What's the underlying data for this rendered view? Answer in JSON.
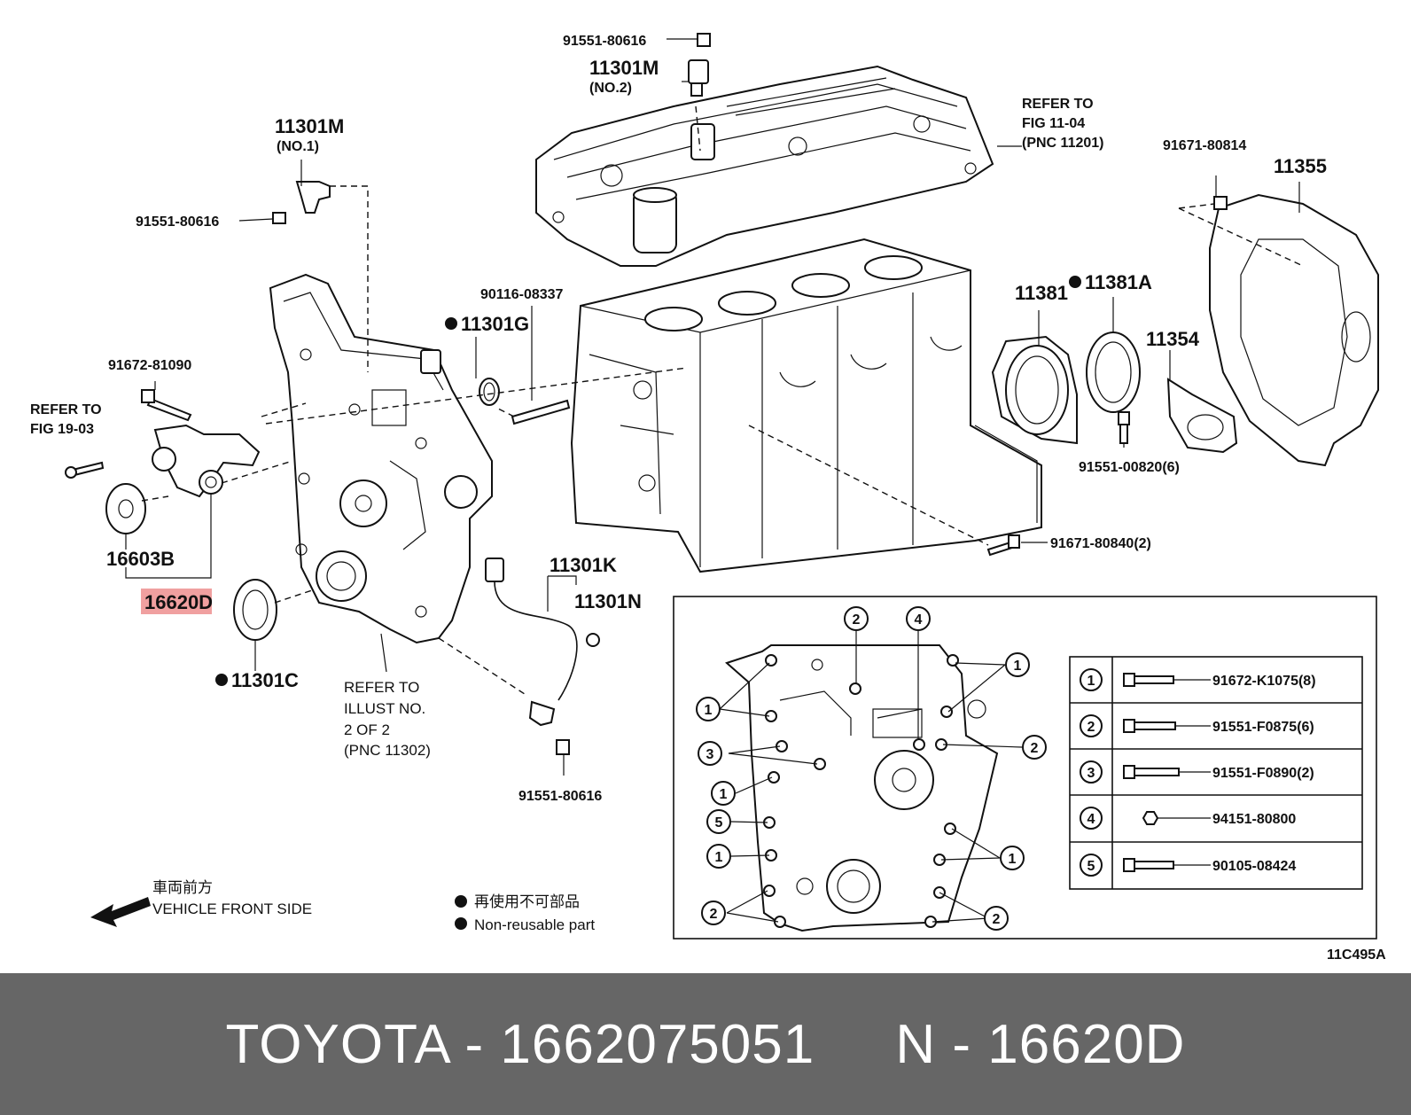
{
  "callouts": {
    "bolt_top": "91551-80616",
    "sensor_no2_pn": "11301M",
    "sensor_no2_sub": "(NO.2)",
    "refer_1104_a": "REFER TO",
    "refer_1104_b": "FIG 11-04",
    "refer_1104_c": "(PNC 11201)",
    "bolt_91671_80814": "91671-80814",
    "plate_11355": "11355",
    "sensor_no1_pn": "11301M",
    "sensor_no1_sub": "(NO.1)",
    "bolt_left_sensor": "91551-80616",
    "stud": "90116-08337",
    "oring_11301G": "11301G",
    "seal_11381": "11381",
    "seal_11381A": "11381A",
    "cover_11354": "11354",
    "bolt_91672_81090": "91672-81090",
    "refer_1903_a": "REFER TO",
    "refer_1903_b": "FIG 19-03",
    "bolt_91551_00820": "91551-00820(6)",
    "pulley_16603B": "16603B",
    "tensioner_16620D": "16620D",
    "sensor_11301K": "11301K",
    "clip_11301N": "11301N",
    "bolt_91671_80840": "91671-80840(2)",
    "seal_11301C": "11301C",
    "refer_ill_a": "REFER TO",
    "refer_ill_b": "ILLUST NO.",
    "refer_ill_c": "2 OF 2",
    "refer_ill_d": "(PNC 11302)",
    "bolt_bottom": "91551-80616",
    "ref_code": "11C495A"
  },
  "legend": {
    "front_cn": "車両前方",
    "front_en": "VEHICLE FRONT SIDE",
    "nonreuse_cn": "再使用不可部品",
    "nonreuse_en": "Non-reusable part"
  },
  "detail_markers": [
    "1",
    "2",
    "3",
    "4",
    "5"
  ],
  "bolt_table": [
    {
      "num": "1",
      "part": "91672-K1075(8)"
    },
    {
      "num": "2",
      "part": "91551-F0875(6)"
    },
    {
      "num": "3",
      "part": "91551-F0890(2)"
    },
    {
      "num": "4",
      "part": "94151-80800"
    },
    {
      "num": "5",
      "part": "90105-08424"
    }
  ],
  "footer": {
    "brand": "TOYOTA",
    "sep1": " - ",
    "part_number": "1662075051",
    "gap": "     ",
    "n_label": "N",
    "sep2": " - ",
    "pnc": "16620D"
  },
  "colors": {
    "highlight": "#f0a0a0",
    "footer_bg": "#666666",
    "footer_text": "#ffffff",
    "line": "#111111"
  }
}
